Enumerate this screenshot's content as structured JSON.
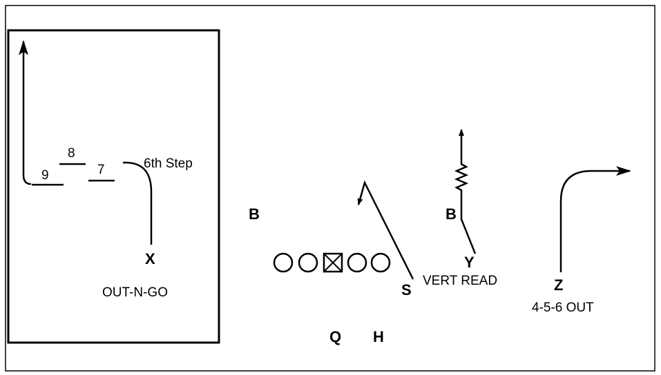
{
  "diagram": {
    "stroke_color": "#000000",
    "background_color": "#ffffff",
    "inset_labels": {
      "step_9": "9",
      "step_8": "8",
      "step_7": "7",
      "sixth_step": "6th Step",
      "route_name": "OUT-N-GO"
    },
    "players": {
      "x": "X",
      "b_left": "B",
      "b_right": "B",
      "y": "Y",
      "s": "S",
      "z": "Z",
      "q": "Q",
      "h": "H"
    },
    "route_labels": {
      "y_route": "VERT READ",
      "z_route": "4-5-6 OUT"
    },
    "offensive_line": [
      "lineman",
      "lineman",
      "center",
      "lineman",
      "lineman"
    ]
  }
}
